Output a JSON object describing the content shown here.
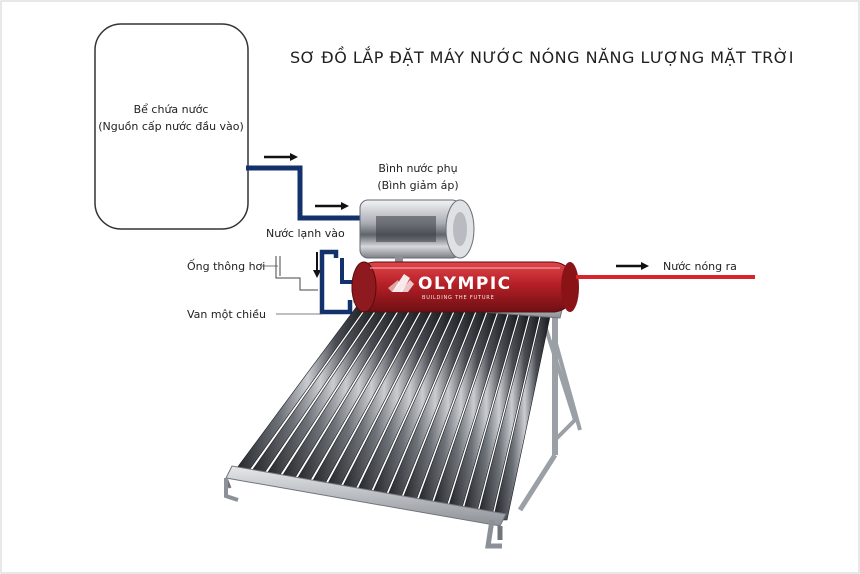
{
  "title": "SƠ ĐỒ LẮP ĐẶT MÁY NƯỚC NÓNG NĂNG LƯỢNG MẶT TRỜI",
  "tank": {
    "line1": "Bể chứa nước",
    "line2": "(Nguồn cấp nước đầu vào)"
  },
  "aux_tank": {
    "line1": "Bình nước phụ",
    "line2": "(Bình giảm áp)"
  },
  "labels": {
    "cold_in": "Nước lạnh vào",
    "vent_pipe": "Ống thông hơi",
    "check_valve": "Van một chiều",
    "hot_out": "Nước nóng ra"
  },
  "brand": {
    "name": "OLYMPIC",
    "tagline": "BUILDING THE FUTURE"
  },
  "colors": {
    "pipe_cold": "#13316b",
    "pipe_hot": "#d9232d",
    "tank_red": "#b51f26",
    "frame_grey": "#9aa0a6",
    "tube_dark": "#2e3136"
  },
  "icons": {
    "arrow": "right-arrow-icon",
    "arrow_down": "down-arrow-icon",
    "logo": "olympic-logo-icon"
  }
}
